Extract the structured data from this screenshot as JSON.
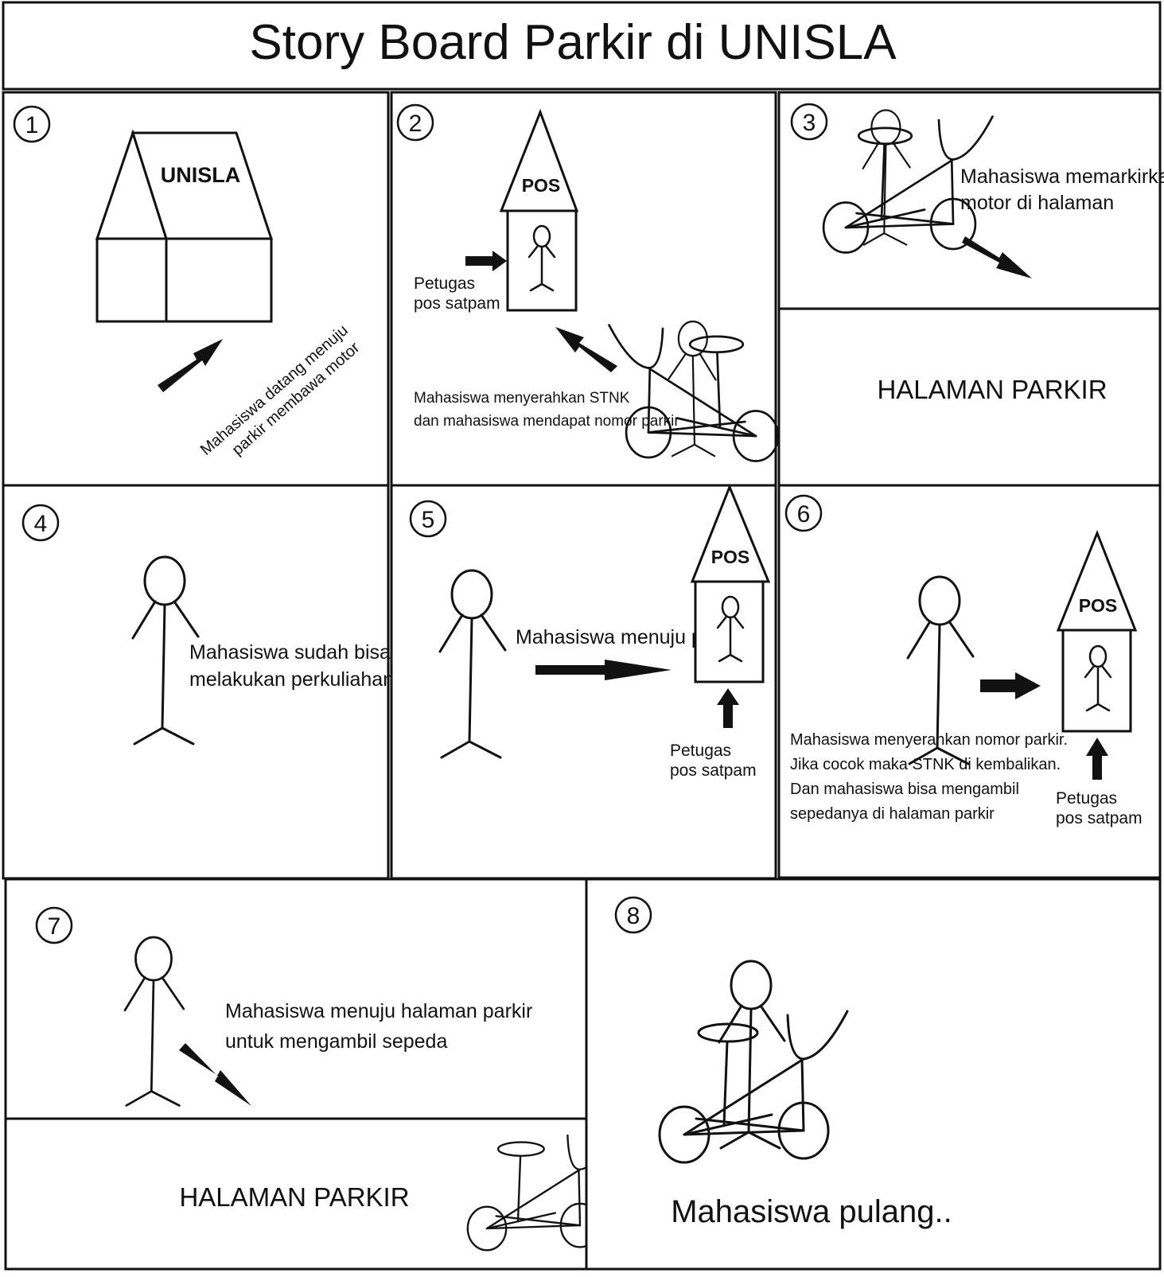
{
  "title": "Story Board Parkir di UNISLA",
  "panels": [
    {
      "num": "1",
      "building": "UNISLA",
      "caption_line1": "Mahasiswa datang menuju",
      "caption_line2": "parkir membawa motor"
    },
    {
      "num": "2",
      "post": "POS",
      "officer_line1": "Petugas",
      "officer_line2": "pos satpam",
      "caption_line1": "Mahasiswa menyerahkan STNK",
      "caption_line2": "dan mahasiswa mendapat nomor parkir"
    },
    {
      "num": "3",
      "caption_line1": "Mahasiswa memarkirkan",
      "caption_line2": "motor di halaman",
      "area": "HALAMAN PARKIR"
    },
    {
      "num": "4",
      "caption_line1": "Mahasiswa sudah bisa",
      "caption_line2": "melakukan perkuliahan"
    },
    {
      "num": "5",
      "post": "POS",
      "caption": "Mahasiswa menuju pos",
      "officer_line1": "Petugas",
      "officer_line2": "pos satpam"
    },
    {
      "num": "6",
      "post": "POS",
      "caption_line1": "Mahasiswa menyerahkan nomor parkir.",
      "caption_line2": "Jika cocok maka STNK di kembalikan.",
      "caption_line3": "Dan mahasiswa bisa mengambil",
      "caption_line4": "sepedanya di halaman parkir",
      "officer_line1": "Petugas",
      "officer_line2": "pos satpam"
    },
    {
      "num": "7",
      "caption_line1": "Mahasiswa menuju halaman parkir",
      "caption_line2": "untuk mengambil sepeda",
      "area": "HALAMAN PARKIR"
    },
    {
      "num": "8",
      "caption": "Mahasiswa pulang.."
    }
  ]
}
